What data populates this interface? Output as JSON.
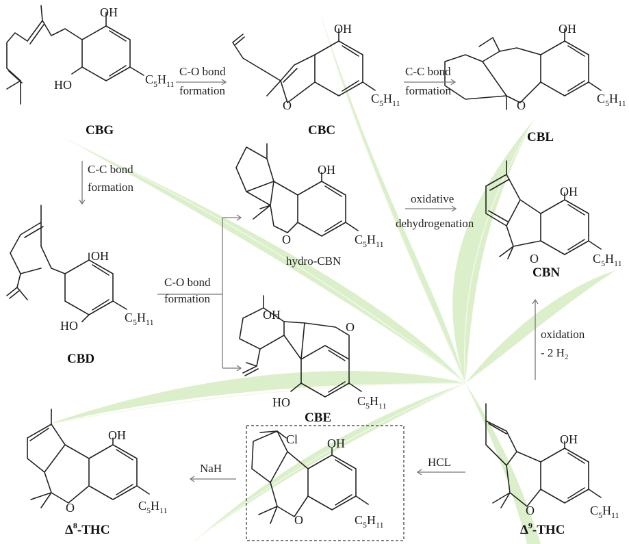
{
  "atoms": {
    "oh": "OH",
    "ho": "HO",
    "o": "O",
    "cl": "Cl",
    "c5_main": "C",
    "c5_sub5": "5",
    "c5_h": "H",
    "c5_sub11": "11"
  },
  "compounds": {
    "cbg": "CBG",
    "cbc": "CBC",
    "cbl": "CBL",
    "cbd": "CBD",
    "hydro_cbn": "hydro-CBN",
    "cbn": "CBN",
    "cbe": "CBE",
    "d8_delta": "Δ",
    "d8_sup": "8",
    "d8_rest": "-THC",
    "d9_delta": "Δ",
    "d9_sup": "9",
    "d9_rest": "-THC"
  },
  "reactions": {
    "co_top_1": "C-O bond",
    "co_top_2": "formation",
    "cc_top_1": "C-C bond",
    "cc_top_2": "formation",
    "cc_left_1": "C-C bond",
    "cc_left_2": "formation",
    "oxd_1": "oxidative",
    "oxd_2": "dehydrogenation",
    "co_mid_1": "C-O bond",
    "co_mid_2": "formation",
    "oxi_1": "oxidation",
    "oxi_2_pre": "- 2 H",
    "oxi_2_sub": "2",
    "hcl": "HCL",
    "nah": "NaH"
  },
  "colors": {
    "leaf": "#bfe3a0",
    "leaf_vein": "#e8f5da"
  }
}
